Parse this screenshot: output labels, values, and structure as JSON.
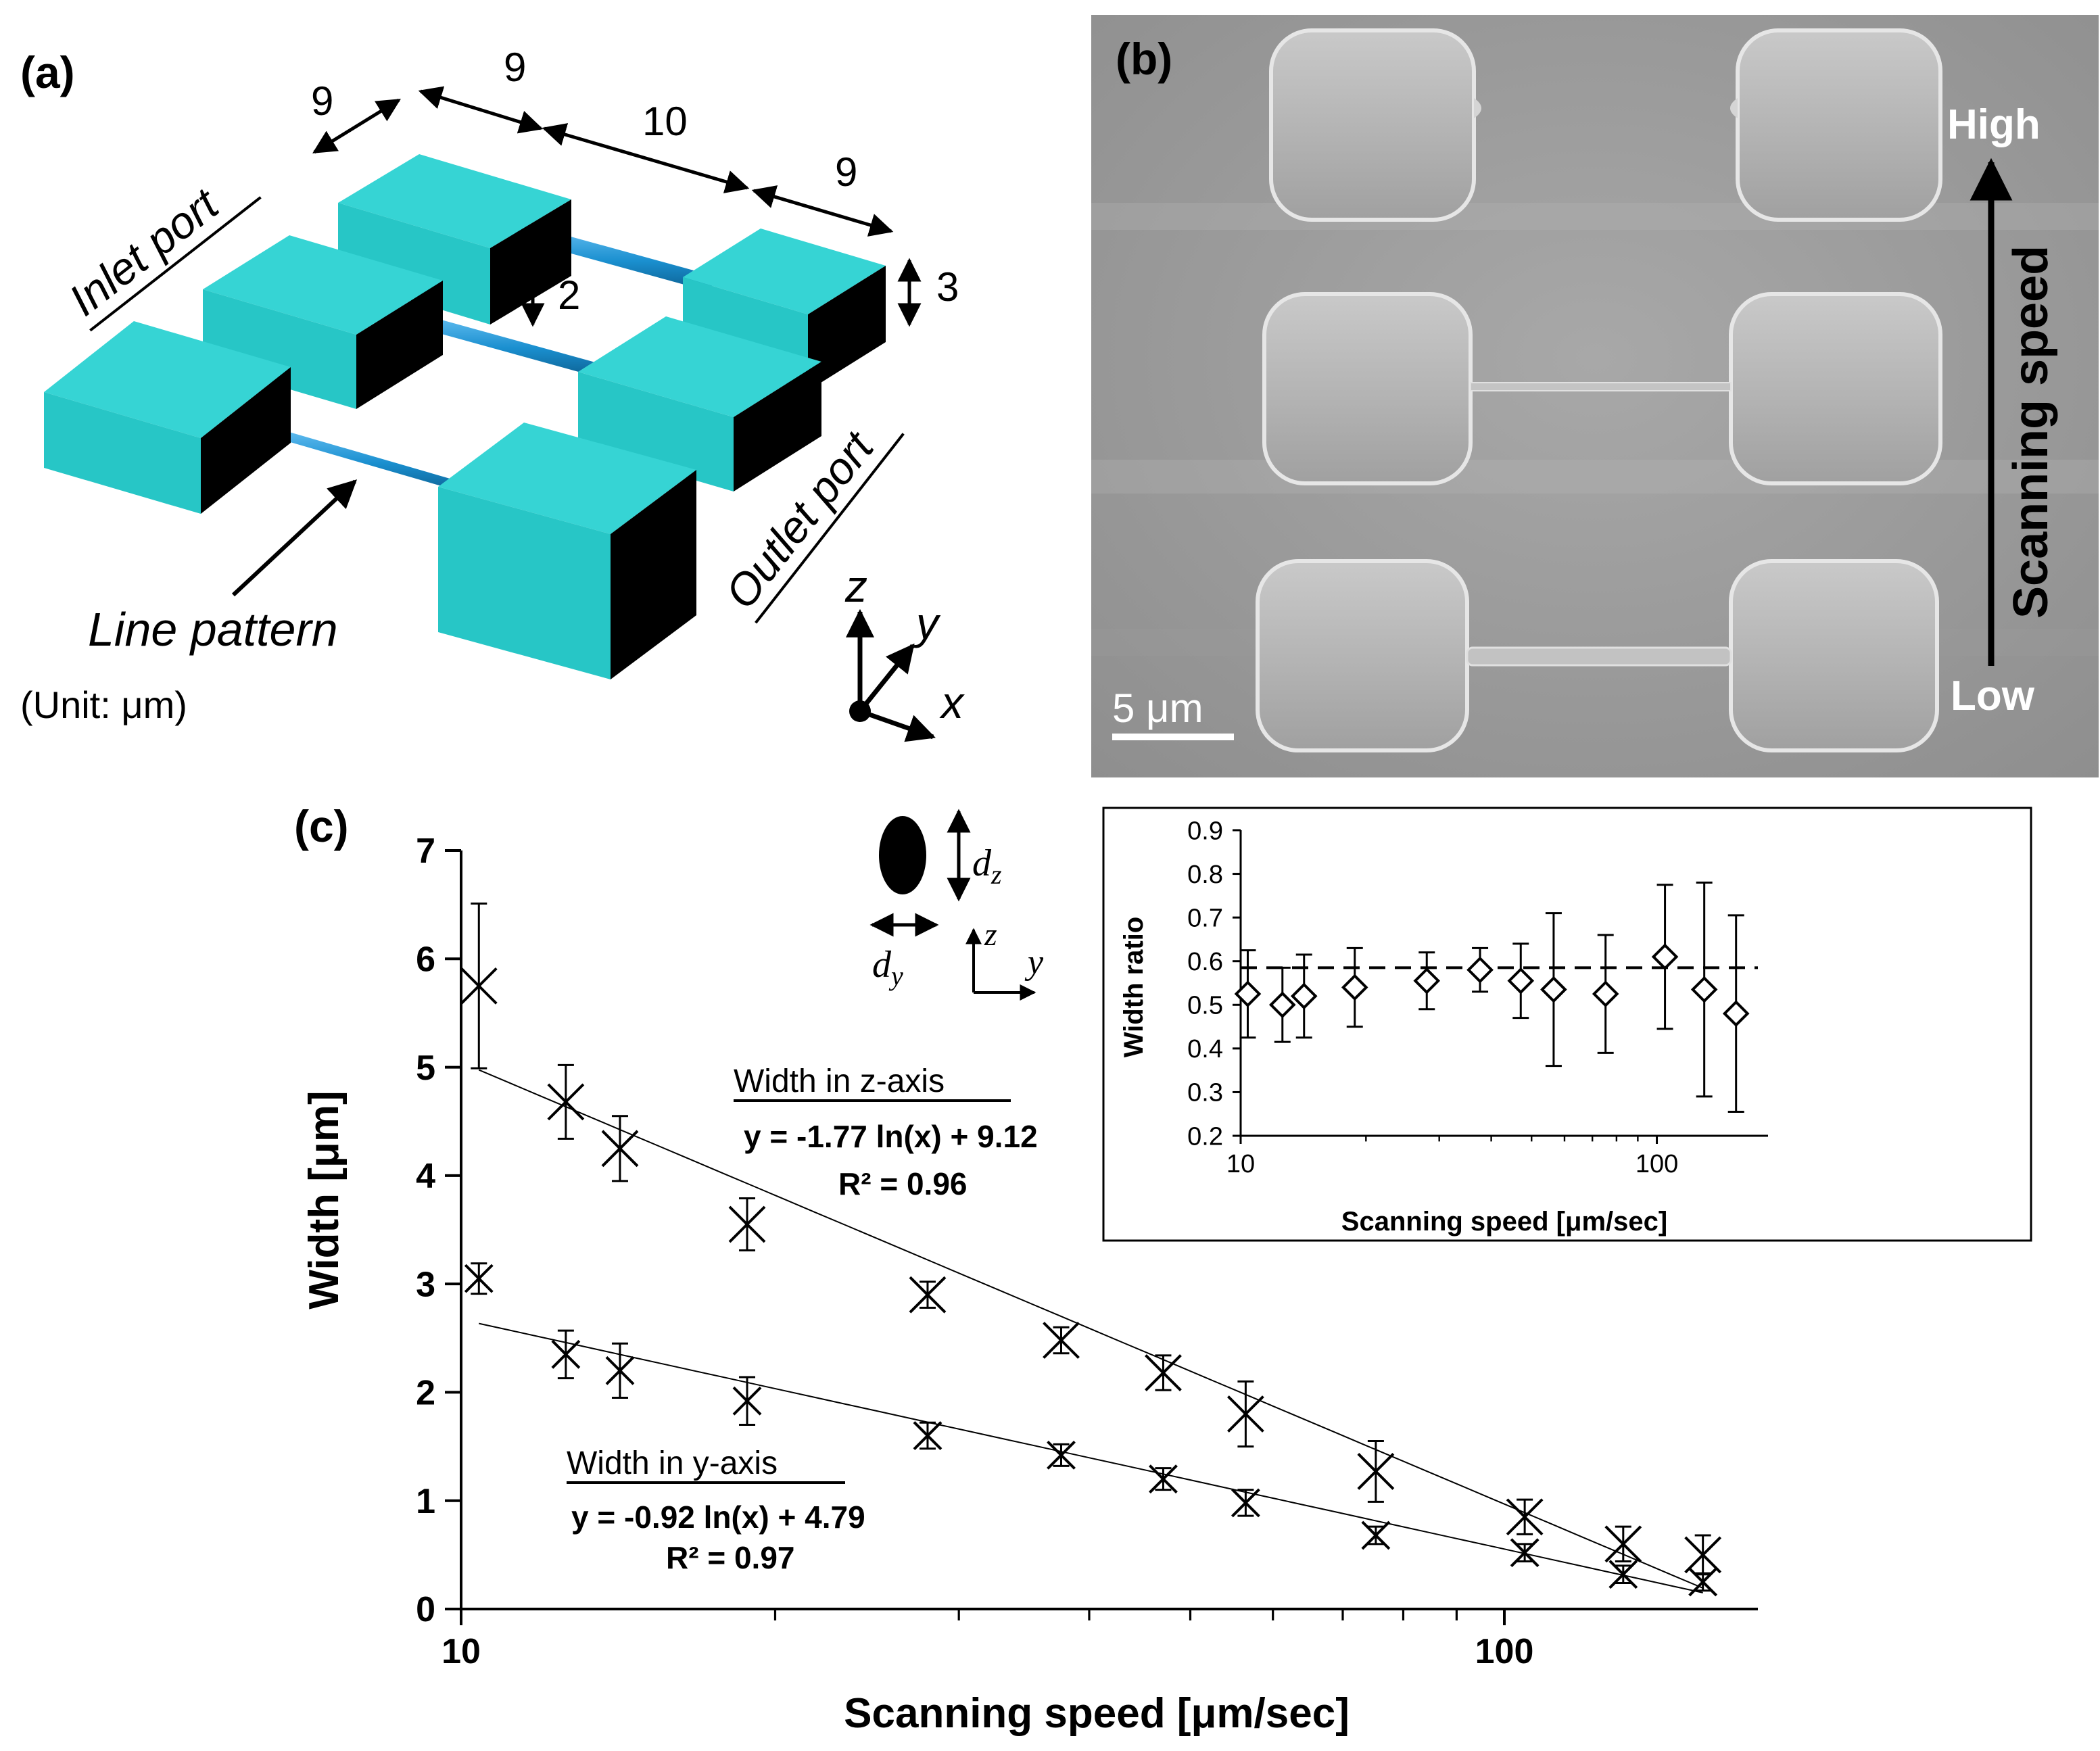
{
  "panel_a": {
    "label": "(a)",
    "dims": {
      "d1": "9",
      "d2": "9",
      "d3": "10",
      "d4": "9",
      "d_line": "2",
      "d_h": "3"
    },
    "inlet_port": "Inlet port",
    "outlet_port": "Outlet port",
    "line_pattern": "Line pattern",
    "unit": "(Unit: μm)",
    "axes": {
      "z": "z",
      "y": "y",
      "x": "x"
    },
    "colors": {
      "block_top": "#2cd4d4",
      "block_side": "#000000",
      "line": "#1a8fcf"
    }
  },
  "panel_b": {
    "label": "(b)",
    "high": "High",
    "low": "Low",
    "scanning_speed": "Scanning speed",
    "scale_bar": "5 μm"
  },
  "panel_c": {
    "label": "(c)",
    "legend": {
      "dz": "d",
      "dz_sub": "z",
      "dy": "d",
      "dy_sub": "y",
      "z": "z",
      "y": "y"
    },
    "z_fit": {
      "title": "Width in z-axis",
      "eq": "y = -1.77 ln(x) + 9.12",
      "r2": "R² = 0.96"
    },
    "y_fit": {
      "title": "Width in y-axis",
      "eq": "y = -0.92 ln(x) + 4.79",
      "r2": "R² = 0.97"
    }
  },
  "chart_data": [
    {
      "type": "scatter",
      "xlabel": "Scanning speed [μm/sec]",
      "ylabel": "Width [μm]",
      "xscale": "log",
      "xlim": [
        10,
        175
      ],
      "ylim": [
        0,
        7
      ],
      "xticks": [
        "10",
        "100"
      ],
      "yticks": [
        "0",
        "1",
        "2",
        "3",
        "4",
        "5",
        "6",
        "7"
      ],
      "grid": false,
      "series": [
        {
          "name": "Width in z-axis",
          "x": [
            10.4,
            12.6,
            14.2,
            18.8,
            28,
            37.6,
            47.1,
            56.5,
            75.3,
            104.6,
            130,
            155
          ],
          "y": [
            5.75,
            4.68,
            4.25,
            3.55,
            2.9,
            2.48,
            2.18,
            1.8,
            1.27,
            0.85,
            0.6,
            0.5
          ],
          "err": [
            0.76,
            0.34,
            0.3,
            0.24,
            0.12,
            0.12,
            0.16,
            0.3,
            0.28,
            0.16,
            0.16,
            0.18
          ]
        },
        {
          "name": "Width in y-axis",
          "x": [
            10.4,
            12.6,
            14.2,
            18.8,
            28,
            37.6,
            47.1,
            56.5,
            75.3,
            104.6,
            130,
            155
          ],
          "y": [
            3.05,
            2.35,
            2.2,
            1.92,
            1.6,
            1.42,
            1.2,
            0.98,
            0.68,
            0.52,
            0.32,
            0.25
          ],
          "err": [
            0.14,
            0.22,
            0.25,
            0.22,
            0.12,
            0.1,
            0.1,
            0.12,
            0.08,
            0.08,
            0.08,
            0.08
          ]
        }
      ],
      "fits": [
        {
          "a": -1.77,
          "b": 9.12,
          "x_range": [
            10.4,
            155
          ]
        },
        {
          "a": -0.92,
          "b": 4.79,
          "x_range": [
            10.4,
            155
          ]
        }
      ]
    },
    {
      "type": "scatter",
      "xlabel": "Scanning speed [μm/sec]",
      "ylabel": "Width ratio",
      "xscale": "log",
      "xlim": [
        10,
        185
      ],
      "ylim": [
        0.2,
        0.9
      ],
      "xticks": [
        "10",
        "100"
      ],
      "yticks": [
        "0.2",
        "0.3",
        "0.4",
        "0.5",
        "0.6",
        "0.7",
        "0.8",
        "0.9"
      ],
      "grid": false,
      "reference_line": 0.585,
      "series": [
        {
          "name": "Width ratio",
          "x": [
            10.4,
            12.6,
            14.2,
            18.8,
            28,
            37.6,
            47.1,
            56.5,
            75.3,
            104.6,
            130,
            155
          ],
          "y": [
            0.525,
            0.5,
            0.52,
            0.54,
            0.555,
            0.58,
            0.555,
            0.535,
            0.525,
            0.61,
            0.535,
            0.48
          ],
          "err": [
            0.1,
            0.085,
            0.095,
            0.09,
            0.065,
            0.05,
            0.085,
            0.175,
            0.135,
            0.165,
            0.245,
            0.225
          ]
        }
      ]
    }
  ]
}
